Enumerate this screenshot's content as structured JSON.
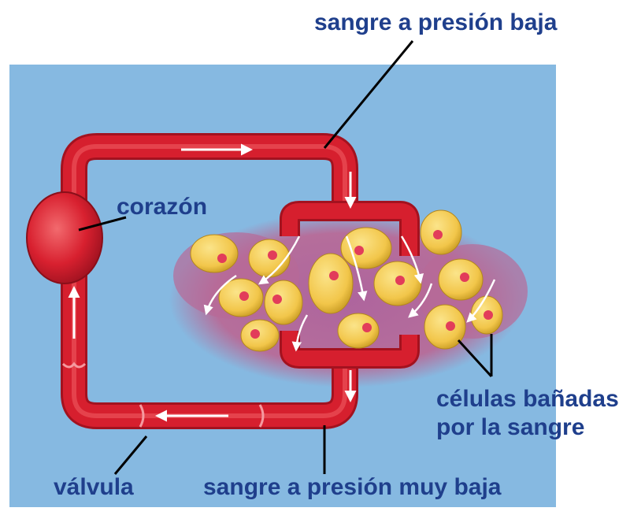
{
  "labels": {
    "low_pressure": "sangre a presión baja",
    "heart": "corazón",
    "cells": "células bañadas por la sangre",
    "valve": "válvula",
    "very_low_pressure": "sangre a presión muy baja"
  },
  "colors": {
    "background": "#86b9e1",
    "vessel": "#d61f2e",
    "vessel_highlight": "#f06a6f",
    "tissue": "#b86a97",
    "cell": "#f3cd55",
    "nucleus": "#e23c5a",
    "label_text": "#1f3f8c"
  }
}
